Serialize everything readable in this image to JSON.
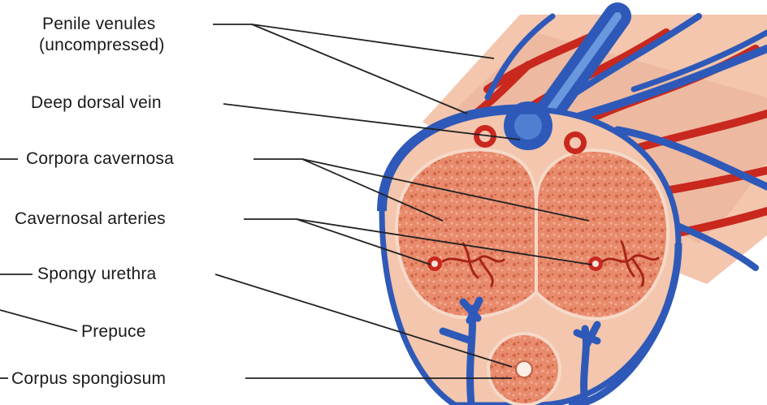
{
  "labels": {
    "penile_venules_line1": "Penile venules",
    "penile_venules_line2": "(uncompressed)",
    "deep_dorsal_vein": "Deep dorsal vein",
    "corpora_cavernosa": "Corpora cavernosa",
    "cavernosal_arteries": "Cavernosal arteries",
    "spongy_urethra": "Spongy urethra",
    "prepuce": "Prepuce",
    "corpus_spongiosum": "Corpus spongiosum"
  },
  "colors": {
    "vein_blue": "#2e59b8",
    "vein_light": "#6b97de",
    "artery_red": "#c8281e",
    "tissue_pink": "#e88a6c",
    "tissue_dark": "#cf6a4c",
    "skin": "#f3c6ad",
    "leader_line": "#222222"
  }
}
